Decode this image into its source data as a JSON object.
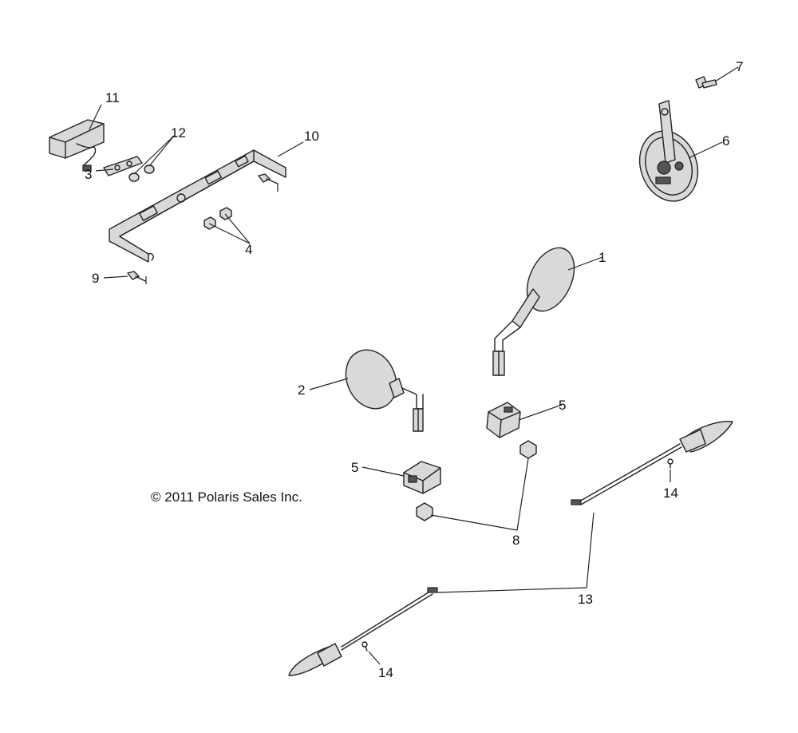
{
  "copyright": "© 2011 Polaris Sales Inc.",
  "callouts": [
    "1",
    "2",
    "3",
    "4",
    "5",
    "5",
    "6",
    "7",
    "8",
    "9",
    "10",
    "11",
    "12",
    "13",
    "14",
    "14"
  ]
}
